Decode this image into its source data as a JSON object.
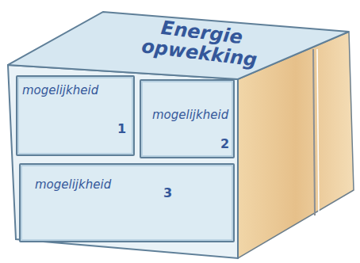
{
  "diagram": {
    "nodes": [
      {
        "text": [
          "Energie opwekking"
        ]
      },
      {
        "text": [
          "mogelijkheid",
          "1"
        ]
      },
      {
        "text": [
          "mogelijkheid",
          "2"
        ]
      },
      {
        "text": [
          "mogelijkheid",
          "3"
        ]
      }
    ]
  }
}
